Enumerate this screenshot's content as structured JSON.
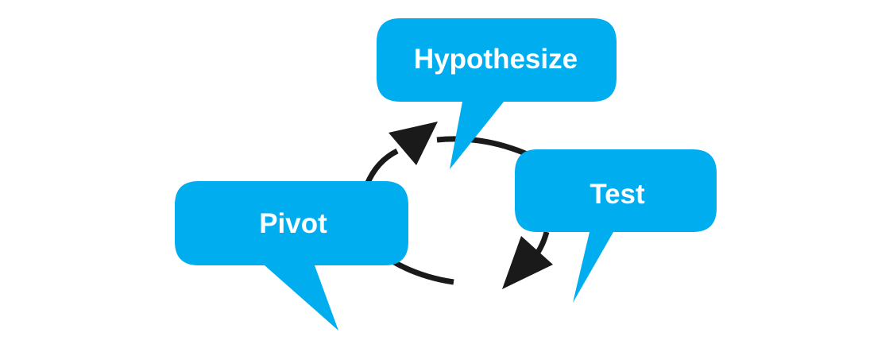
{
  "colors": {
    "bubble": "#00adef",
    "arrow": "#1a1a1a",
    "label": "#ffffff",
    "background": "#ffffff"
  },
  "bubbles": {
    "hypothesize": {
      "label": "Hypothesize"
    },
    "test": {
      "label": "Test"
    },
    "pivot": {
      "label": "Pivot"
    }
  },
  "cycle": {
    "direction": "clockwise",
    "order": [
      "hypothesize",
      "test",
      "pivot"
    ]
  }
}
